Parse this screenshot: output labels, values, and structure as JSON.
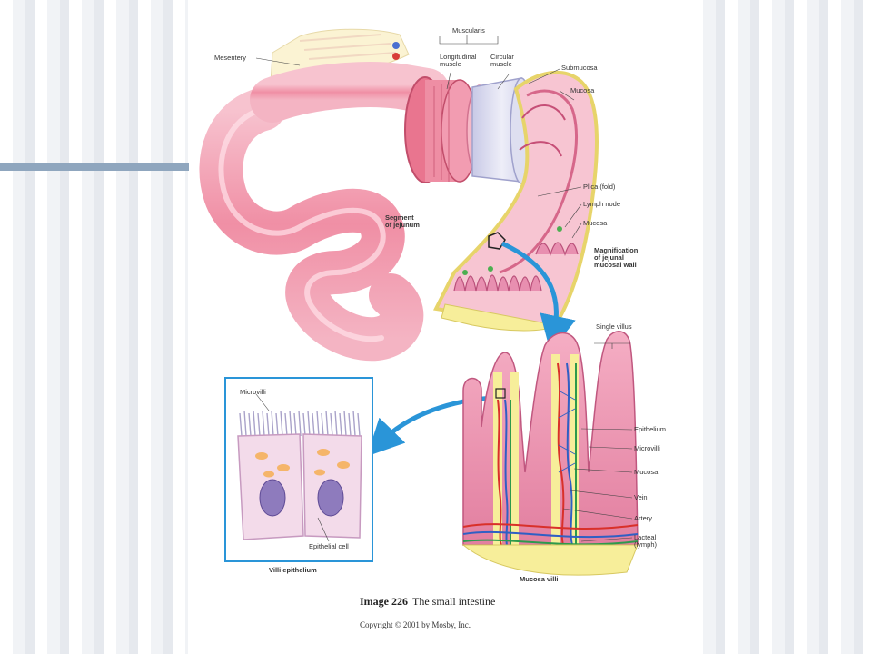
{
  "diagram": {
    "labels": {
      "mesentery": "Mesentery",
      "muscularis": "Muscularis",
      "longitudinal_muscle": "Longitudinal\nmuscle",
      "circular_muscle": "Circular\nmuscle",
      "submucosa": "Submucosa",
      "mucosa_top": "Mucosa",
      "plica": "Plica (fold)",
      "lymph_node": "Lymph node",
      "mucosa_mid": "Mucosa",
      "magnification": "Magnification\nof jejunal\nmucosal wall",
      "segment": "Segment\nof jejunum",
      "single_villus": "Single villus",
      "microvilli_box": "Microvilli",
      "epithelium": "Epithelium",
      "microvilli": "Microvilli",
      "mucosa_villi_label": "Mucosa",
      "vein": "Vein",
      "artery": "Artery",
      "lacteal": "Lacteal\n(lymph)",
      "epithelial_cell": "Epithelial cell",
      "villi_epithelium": "Villi epithelium",
      "mucosa_villi": "Mucosa villi"
    },
    "caption": {
      "number": "Image 226",
      "title": "The small intestine"
    },
    "copyright": "Copyright © 2001 by Mosby, Inc."
  },
  "colors": {
    "intestine_pink": "#f2a3b5",
    "mucosa_yellow": "#f7ee9a",
    "arrow_blue": "#2a95d8",
    "vein_blue": "#2f5fc4",
    "artery_red": "#d9302a",
    "lacteal_green": "#2d9a4c",
    "accent_bar": "#8fa6be"
  }
}
